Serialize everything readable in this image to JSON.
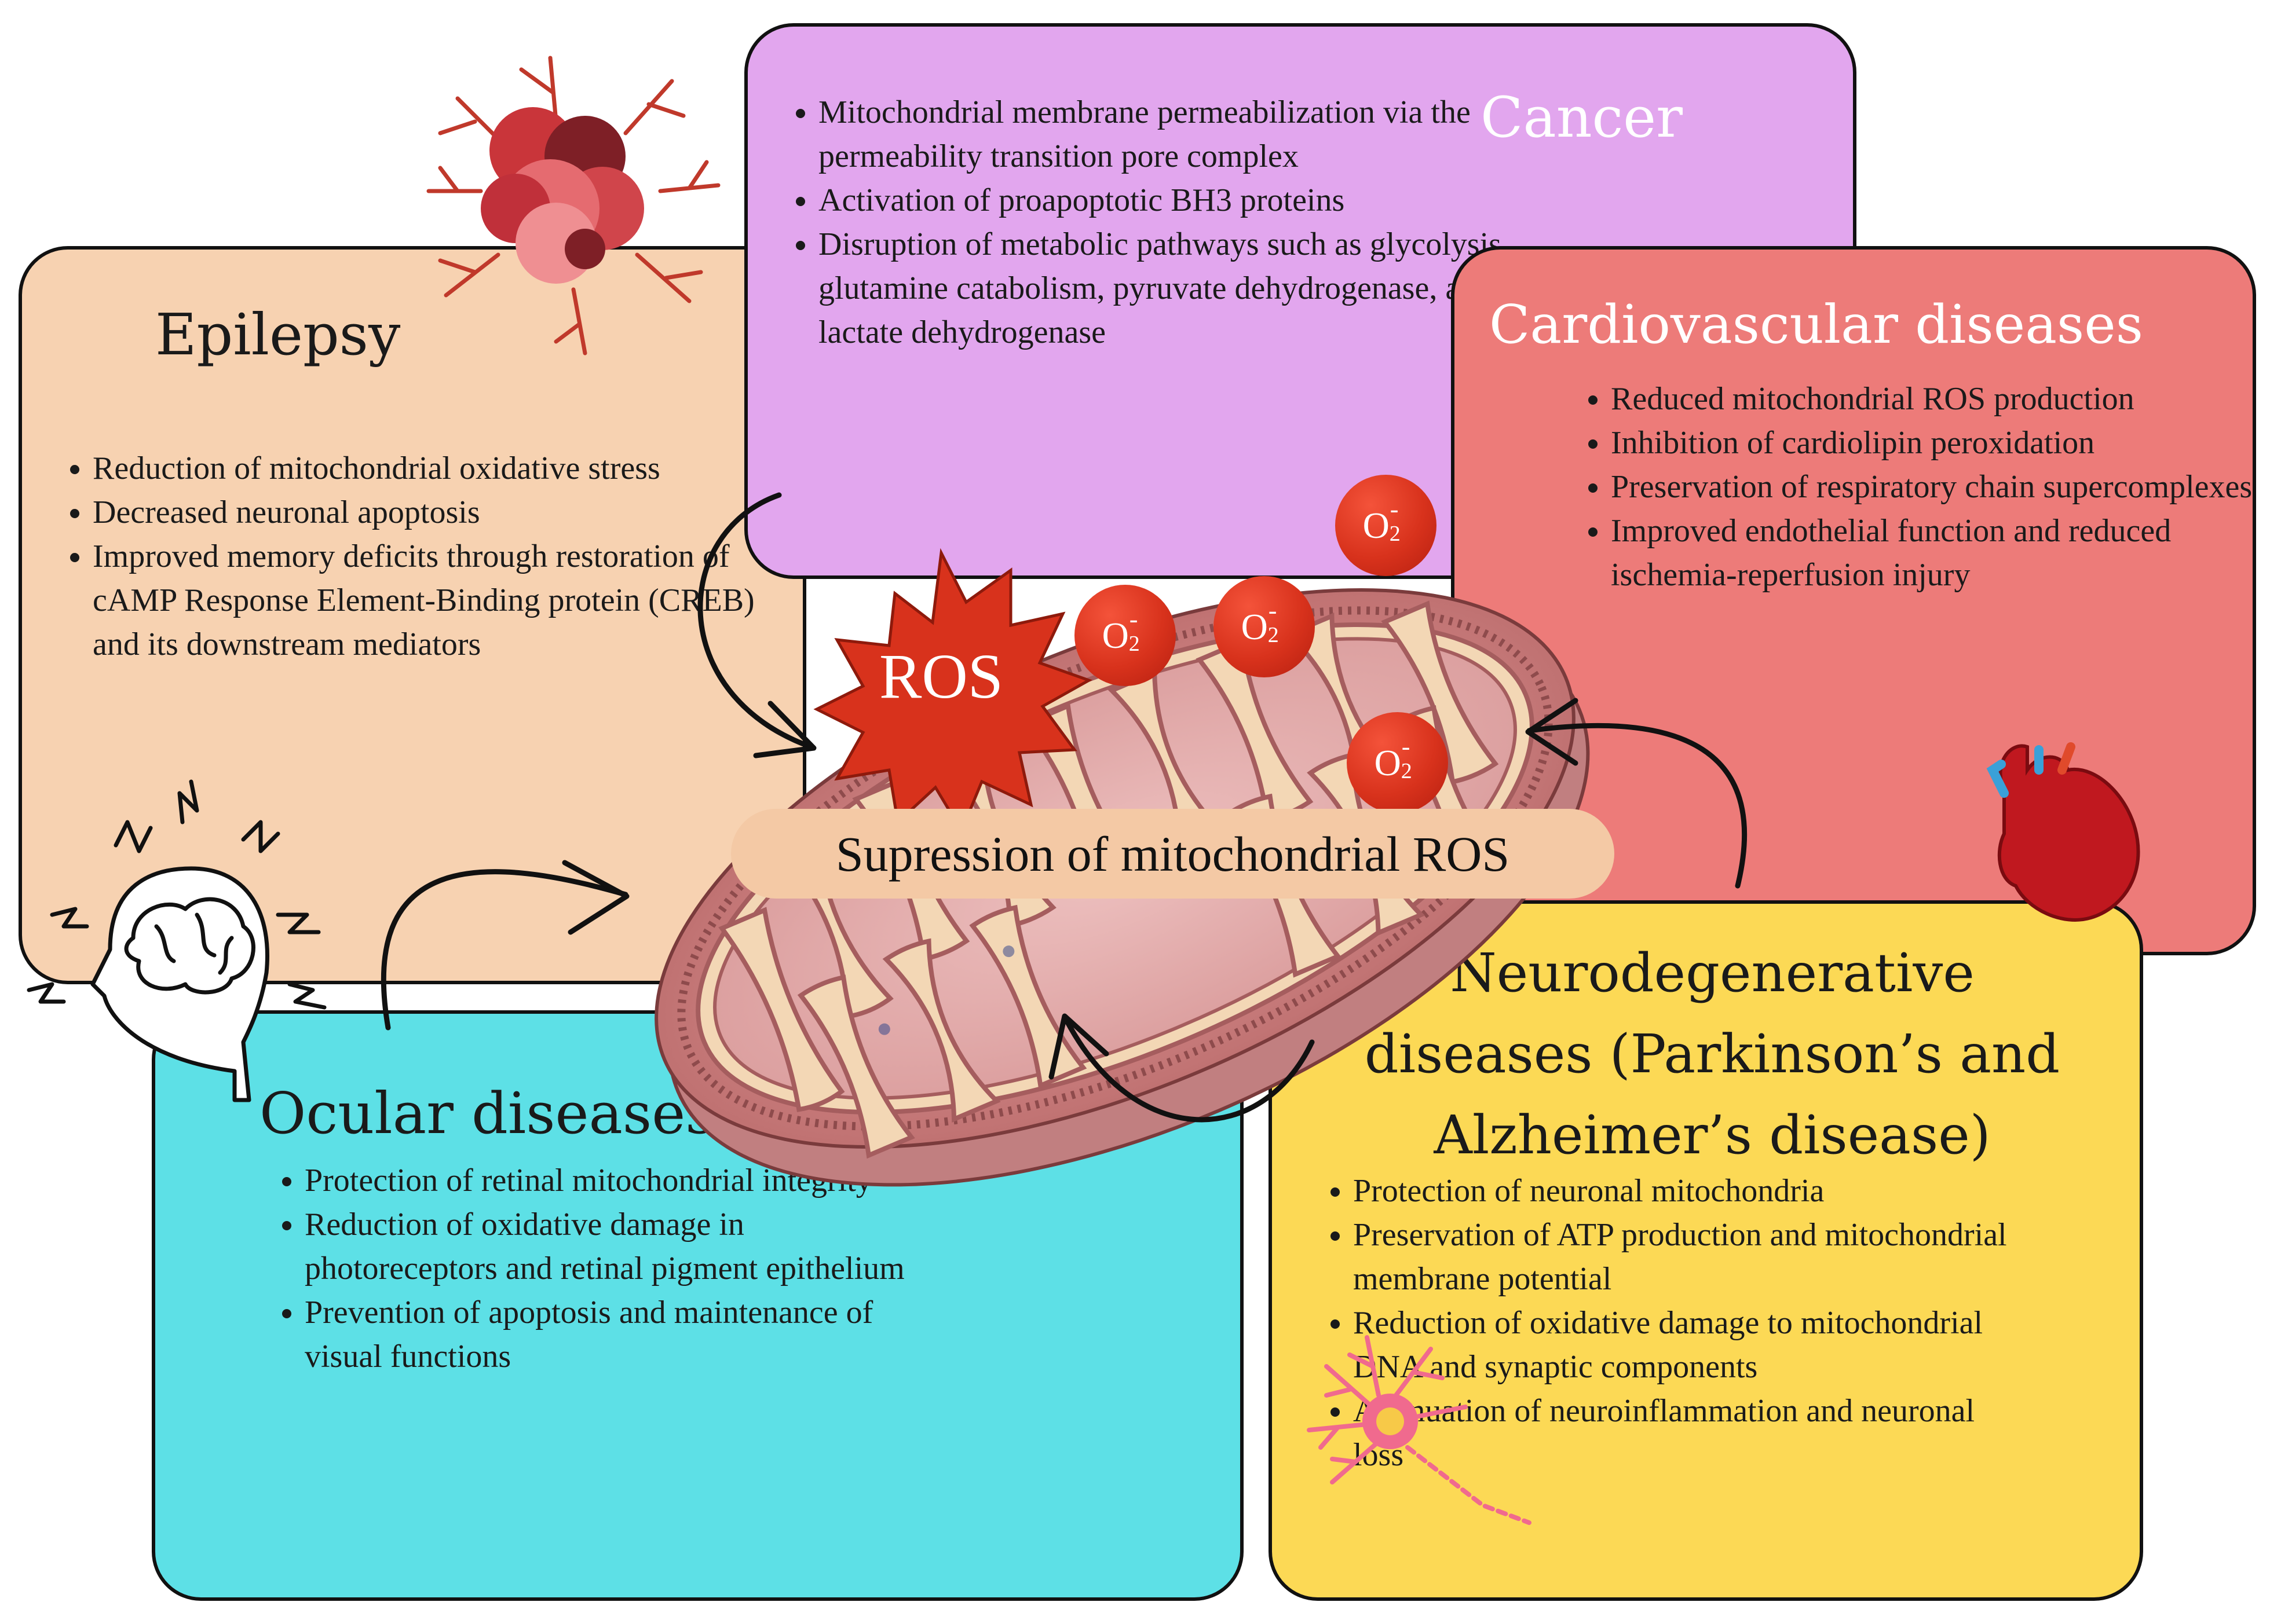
{
  "center": {
    "label": "Supression of mitochondrial ROS"
  },
  "ros_badge": {
    "label": "ROS"
  },
  "superoxide": {
    "symbol": "O",
    "subscript": "2",
    "charge": "-"
  },
  "colors": {
    "epilepsy": "#f7d2b1",
    "cancer": "#e2a6ee",
    "cardio": "#ed7b79",
    "ocular": "#5de0e6",
    "neuro": "#fcd955",
    "center_label_bg": "#f4c9a5",
    "ros_red": "#d8321c"
  },
  "panels": {
    "epilepsy": {
      "title": "Epilepsy",
      "items": [
        "Reduction of mitochondrial oxidative stress",
        "Decreased neuronal apoptosis",
        "Improved memory deficits through restoration of cAMP Response Element-Binding protein (CREB) and its downstream mediators"
      ]
    },
    "cancer": {
      "title": "Cancer",
      "items": [
        "Mitochondrial membrane permeabilization via the permeability transition pore complex",
        "Activation of proapoptotic BH3 proteins",
        "Disruption of metabolic pathways such as glycolysis, glutamine catabolism, pyruvate dehydrogenase, and lactate dehydrogenase"
      ]
    },
    "cardio": {
      "title": "Cardiovascular diseases",
      "items": [
        "Reduced mitochondrial ROS production",
        "Inhibition of cardiolipin peroxidation",
        "Preservation of respiratory chain supercomplexes",
        "Improved endothelial function and reduced ischemia-reperfusion injury"
      ]
    },
    "ocular": {
      "title": "Ocular diseases",
      "items": [
        "Protection of retinal mitochondrial integrity",
        "Reduction of oxidative damage in photoreceptors and retinal pigment epithelium",
        "Prevention of apoptosis and maintenance of visual functions"
      ]
    },
    "neuro": {
      "title": "Neurodegenerative diseases (Parkinson’s and Alzheimer’s disease)",
      "items": [
        "Protection of neuronal mitochondria",
        "Preservation of ATP production and mitochondrial membrane potential",
        "Reduction of oxidative damage to mitochondrial DNA and synaptic components",
        "Attenuation of neuroinflammation and neuronal loss"
      ]
    }
  },
  "icons": {
    "cancer_cells": "cancer-cell-cluster-icon",
    "brain": "brain-head-icon",
    "heart": "heart-icon",
    "neuron": "neuron-icon",
    "mitochondrion": "mitochondrion-icon"
  }
}
